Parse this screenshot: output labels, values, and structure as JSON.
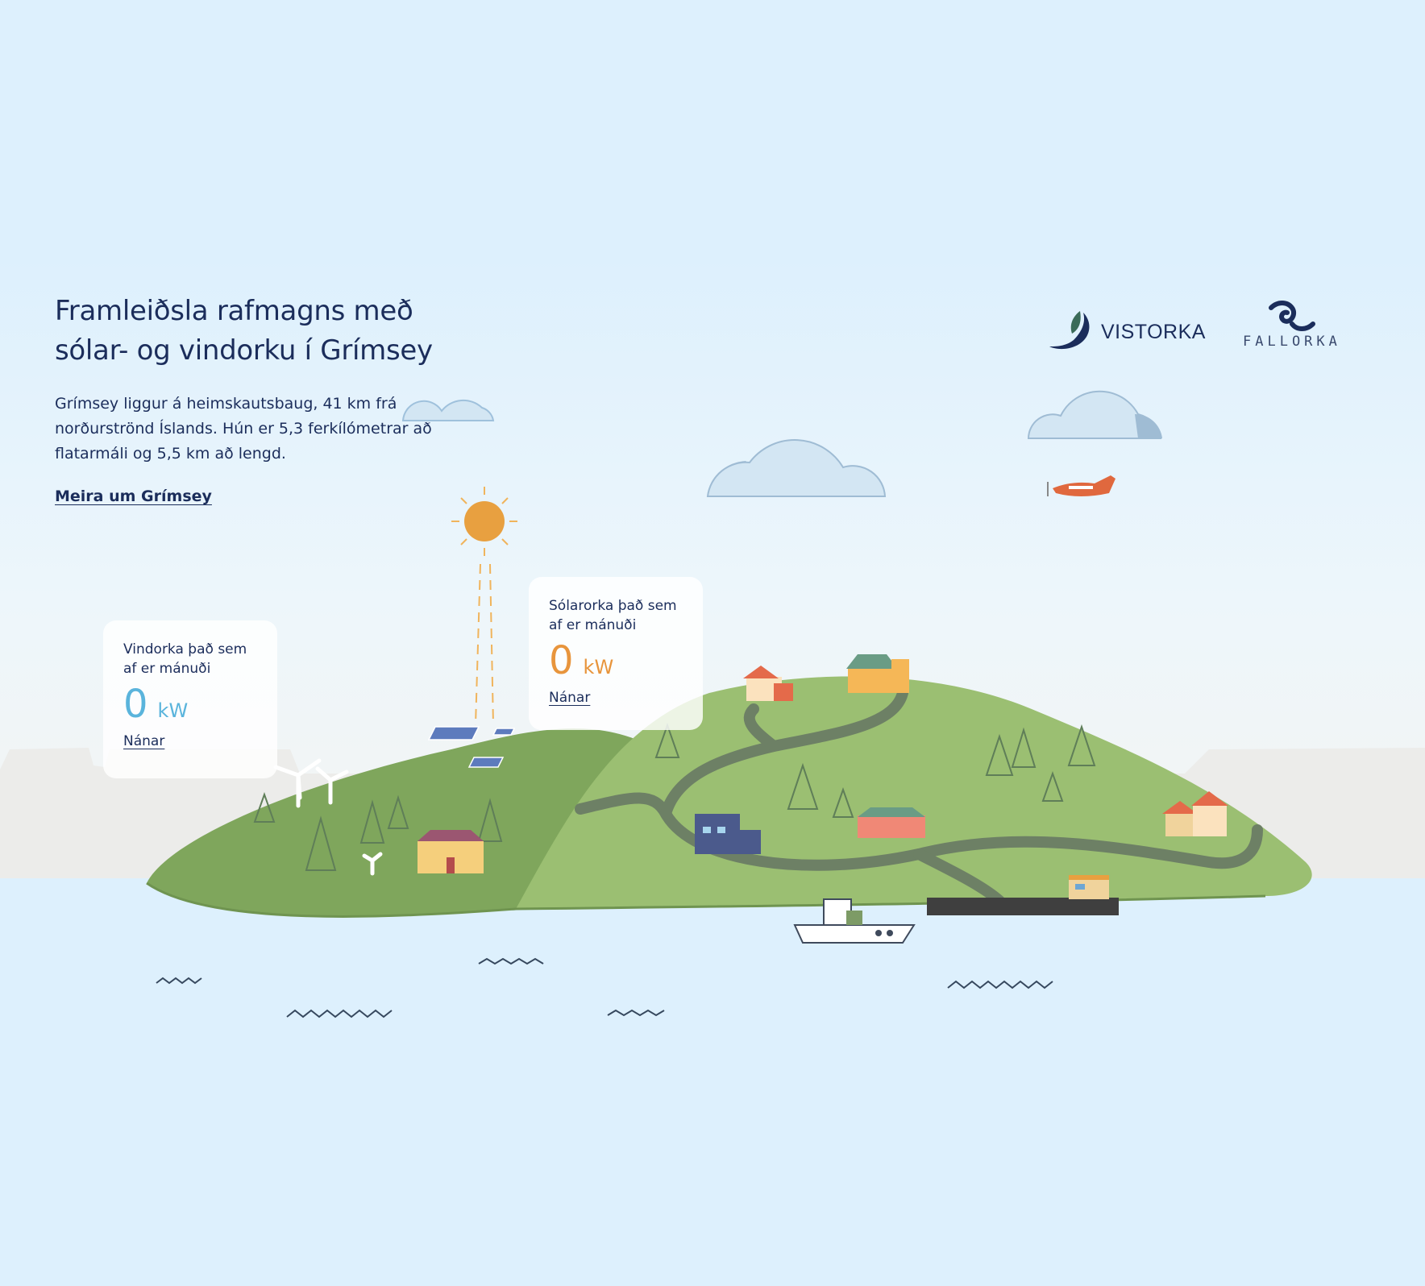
{
  "intro": {
    "title_line1": "Framleiðsla rafmagns með",
    "title_line2": "sólar- og vindorku í Grímsey",
    "description": "Grímsey liggur á heimskautsbaug, 41 km frá norðurströnd Íslands. Hún er 5,3 ferkílómetrar að flatarmáli og 5,5 km að lengd.",
    "link": "Meira um Grímsey"
  },
  "logos": {
    "vistorka": "VISTORKA",
    "fallorka": "FALLORKA"
  },
  "wind_card": {
    "label": "Vindorka það sem af er mánuði",
    "value": "0",
    "unit": "kW",
    "link": "Nánar"
  },
  "solar_card": {
    "label": "Sólarorka það sem af er mánuði",
    "value": "0",
    "unit": "kW",
    "link": "Nánar"
  },
  "colors": {
    "text": "#1b2d5b",
    "wind_accent": "#5ab4dc",
    "solar_accent": "#e8953c",
    "sky": "#ddf0fd",
    "island_light": "#9bbf72",
    "island_dark": "#7fa65c",
    "road": "#6d8065"
  }
}
